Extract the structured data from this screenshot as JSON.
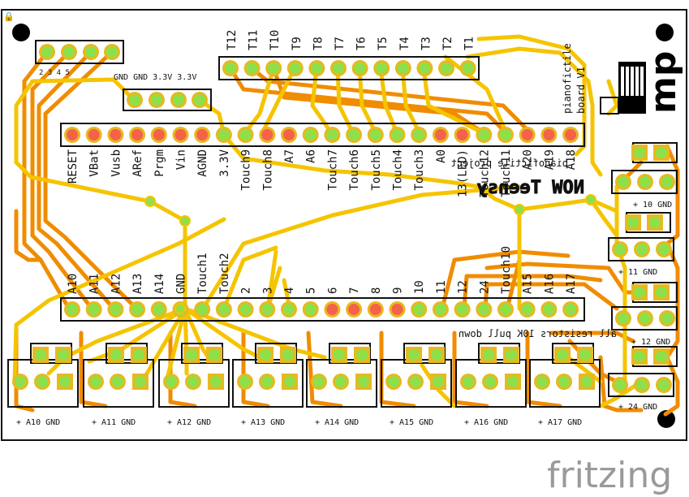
{
  "brand": {
    "fritzing": "fritzing",
    "board_title": "pianofictile",
    "board_subtitle": "board V1",
    "logo_text": "mp"
  },
  "headers": {
    "small_pins": "2 3 4 5",
    "power": "GND GND 3.3V 3.3V",
    "touch_top": [
      "T12",
      "T11",
      "T10",
      "T9",
      "T8",
      "T7",
      "T6",
      "T5",
      "T4",
      "T3",
      "T2",
      "T1"
    ],
    "mcu_top_pins": [
      "RESET",
      "VBat",
      "Vusb",
      "ARef",
      "Prgm",
      "Vin",
      "AGND",
      "3.3V",
      "Touch9",
      "Touch8",
      "A7",
      "A6",
      "Touch7",
      "Touch6",
      "Touch5",
      "Touch4",
      "Touch3",
      "A0",
      "13(LED)",
      "Touch12",
      "Touch11",
      "A20",
      "A19",
      "A18"
    ],
    "mcu_bottom_pins": [
      "A10",
      "A11",
      "A12",
      "A13",
      "A14",
      "GND",
      "Touch1",
      "Touch2",
      "2",
      "3",
      "4",
      "5",
      "6",
      "7",
      "8",
      "9",
      "10",
      "11",
      "12",
      "24",
      "Touch10",
      "A15",
      "A16",
      "A17"
    ],
    "mirrored_1": "NOW Teensy",
    "mirrored_2": "pianofictile project",
    "mirrored_3": "all resistors 10K pull down",
    "bottom_connectors": [
      "+ A10 GND",
      "+ A11 GND",
      "+ A12 GND",
      "+ A13 GND",
      "+ A14 GND",
      "+ A15 GND",
      "+ A16 GND",
      "+ A17 GND"
    ],
    "right_connectors": [
      "+ 10 GND",
      "+ 11 GND",
      "+ 12 GND",
      "+ 24 GND"
    ]
  },
  "colors": {
    "board": "#ffffff",
    "outline": "#111111",
    "trace_top": "#f5c400",
    "trace_bottom": "#f08c00",
    "pad_green": "#8ee04a",
    "pad_red": "#f4624a",
    "pad_ring": "#e8b820"
  }
}
